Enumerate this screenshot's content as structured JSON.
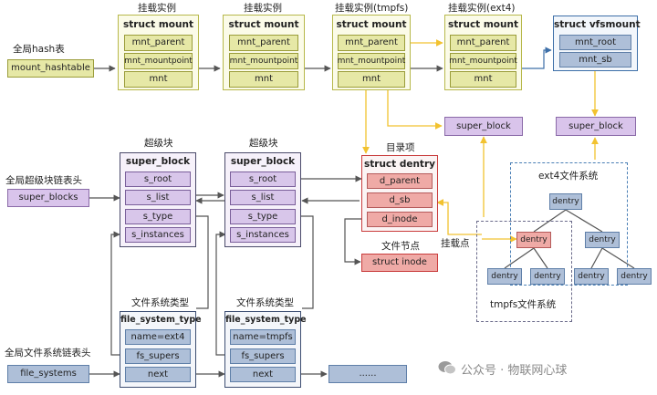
{
  "section_titles": {
    "global_hash": "全局hash表",
    "global_sb_list": "全局超级块链表头",
    "global_fs_list": "全局文件系统链表头",
    "mount_instance": "挂载实例",
    "mount_instance_tmpfs": "挂载实例(tmpfs)",
    "mount_instance_ext4": "挂载实例(ext4)",
    "superblock": "超级块",
    "dentry_dir": "目录项",
    "inode_node": "文件节点",
    "mountpoint": "挂载点",
    "fs_type": "文件系统类型",
    "ext4_fs": "ext4文件系统",
    "tmpfs_fs": "tmpfs文件系统"
  },
  "heads": {
    "mount_hashtable": "mount_hashtable",
    "super_blocks": "super_blocks",
    "file_systems": "file_systems"
  },
  "mount_struct": {
    "title": "struct mount",
    "fields": [
      "mnt_parent",
      "mnt_mountpoint",
      "mnt"
    ]
  },
  "vfsmount": {
    "title": "struct vfsmount",
    "fields": [
      "mnt_root",
      "mnt_sb"
    ]
  },
  "super_block_struct": {
    "title": "super_block",
    "fields": [
      "s_root",
      "s_list",
      "s_type",
      "s_instances"
    ]
  },
  "super_block_label": "super_block",
  "dentry_struct": {
    "title": "struct dentry",
    "fields": [
      "d_parent",
      "d_sb",
      "d_inode"
    ]
  },
  "inode_label": "struct inode",
  "fs_types": [
    {
      "title": "file_system_type",
      "name": "name=ext4",
      "supers": "fs_supers",
      "next": "next"
    },
    {
      "title": "file_system_type",
      "name": "name=tmpfs",
      "supers": "fs_supers",
      "next": "next"
    }
  ],
  "ellipsis": "......",
  "dentry_label": "dentry",
  "watermark": "公众号 · 物联网心球",
  "colors": {
    "mount_fill": "#e6e8a6",
    "vfs_fill": "#aebfd8",
    "sb_fill": "#d8c6ea",
    "dentry_fill": "#efaaa6",
    "yellow_arrow": "#f2c230",
    "grey_arrow": "#555555"
  }
}
